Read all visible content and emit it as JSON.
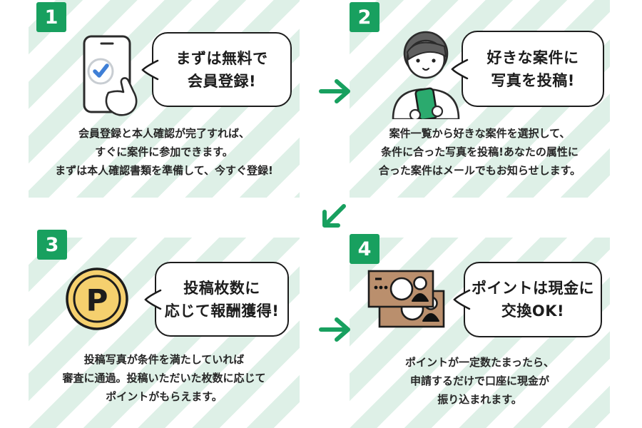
{
  "infographic": {
    "kind": "4-step how-it-works flow",
    "language": "ja"
  },
  "colors": {
    "accent_green": "#18a05f",
    "stripe_mint": "#def0e7",
    "outline_ink": "#1c1c1c",
    "coin_yellow": "#f5d06e",
    "bill_brown": "#ba8f6d",
    "check_blue": "#3f7fd6",
    "phone_green": "#2baa6e",
    "hair_gray": "#5f5f5f"
  },
  "icons": {
    "coin_letter": "P"
  },
  "steps": [
    {
      "number": "1",
      "icon": "phone-register-icon",
      "bubble_line1": "まずは無料で",
      "bubble_line2": "会員登録!",
      "desc_lines": [
        "会員登録と本人確認が完了すれば、",
        "すぐに案件に参加できます。",
        "まずは本人確認書類を準備して、今すぐ登録!"
      ]
    },
    {
      "number": "2",
      "icon": "person-posting-photo-icon",
      "bubble_line1": "好きな案件に",
      "bubble_line2": "写真を投稿!",
      "desc_lines": [
        "案件一覧から好きな案件を選択して、",
        "条件に合った写真を投稿!あなたの属性に",
        "合った案件はメールでもお知らせします。"
      ]
    },
    {
      "number": "3",
      "icon": "point-coin-icon",
      "bubble_line1": "投稿枚数に",
      "bubble_line2": "応じて報酬獲得!",
      "desc_lines": [
        "投稿写真が条件を満たしていれば",
        "審査に通過。投稿いただいた枚数に応じて",
        "ポイントがもらえます。"
      ]
    },
    {
      "number": "4",
      "icon": "banknotes-icon",
      "bubble_line1": "ポイントは現金に",
      "bubble_line2": "交換OK!",
      "desc_lines": [
        "ポイントが一定数たまったら、",
        "申請するだけで口座に現金が",
        "振り込まれます。"
      ]
    }
  ]
}
